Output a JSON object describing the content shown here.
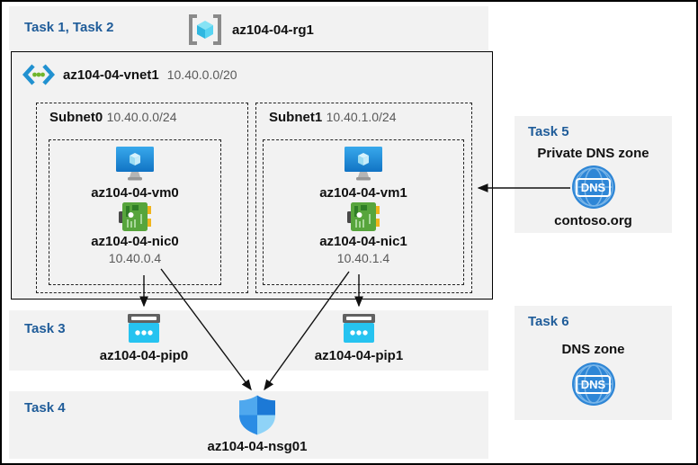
{
  "colors": {
    "task_label_blue": "#1f5c99",
    "panel_gray": "#f2f2f2",
    "secondary_text": "#595959",
    "arrow_black": "#111111",
    "vm_blue": "#1b82d4",
    "nic_green": "#57a53c",
    "pip_cyan": "#26c3f0",
    "dns_blue": "#2e86d6"
  },
  "bands": {
    "resource_group": {
      "task_label": "Task 1, Task 2"
    },
    "task3": {
      "label": "Task 3"
    },
    "task4": {
      "label": "Task 4"
    }
  },
  "resource_group": {
    "name": "az104-04-rg1"
  },
  "vnet": {
    "name": "az104-04-vnet1",
    "address_space": "10.40.0.0/20",
    "subnets": [
      {
        "name": "Subnet0",
        "prefix": "10.40.0.0/24",
        "vm_name": "az104-04-vm0",
        "nic_name": "az104-04-nic0",
        "private_ip": "10.40.0.4"
      },
      {
        "name": "Subnet1",
        "prefix": "10.40.1.0/24",
        "vm_name": "az104-04-vm1",
        "nic_name": "az104-04-nic1",
        "private_ip": "10.40.1.4"
      }
    ]
  },
  "public_ips": [
    {
      "name": "az104-04-pip0"
    },
    {
      "name": "az104-04-pip1"
    }
  ],
  "nsg": {
    "name": "az104-04-nsg01"
  },
  "task5": {
    "label": "Task 5",
    "title": "Private DNS zone",
    "dns_badge": "DNS",
    "zone_name": "contoso.org"
  },
  "task6": {
    "label": "Task 6",
    "title": "DNS zone",
    "dns_badge": "DNS"
  }
}
